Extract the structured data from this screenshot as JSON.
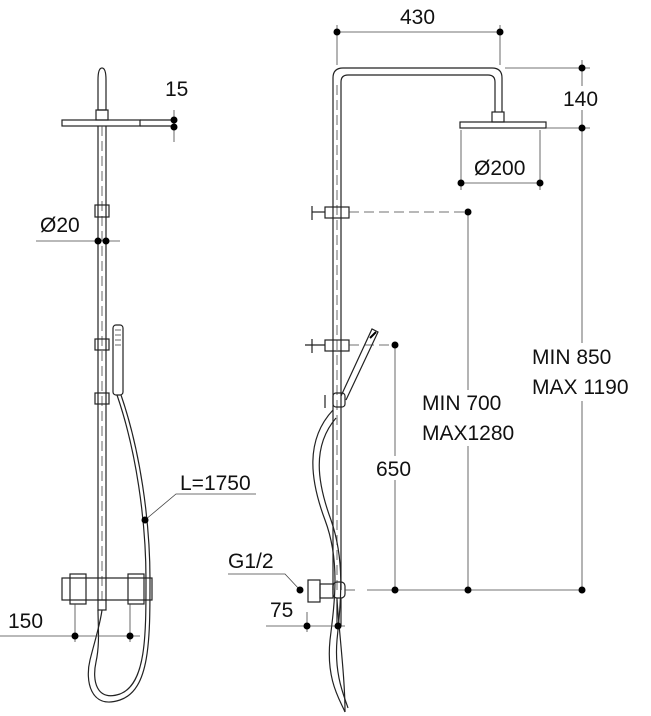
{
  "front_view": {
    "head_thickness": "15",
    "pipe_diameter": "Ø20",
    "hose_length": "L=1750",
    "inlet_spacing": "150"
  },
  "side_view": {
    "arm_length": "430",
    "arm_height": "140",
    "head_diameter": "Ø200",
    "head_height_min": "MIN 850",
    "head_height_max": "MAX 1190",
    "upper_bracket_min": "MIN 700",
    "upper_bracket_max": "MAX1280",
    "hand_shower_height": "650",
    "connection": "G1/2",
    "wall_offset": "75"
  }
}
